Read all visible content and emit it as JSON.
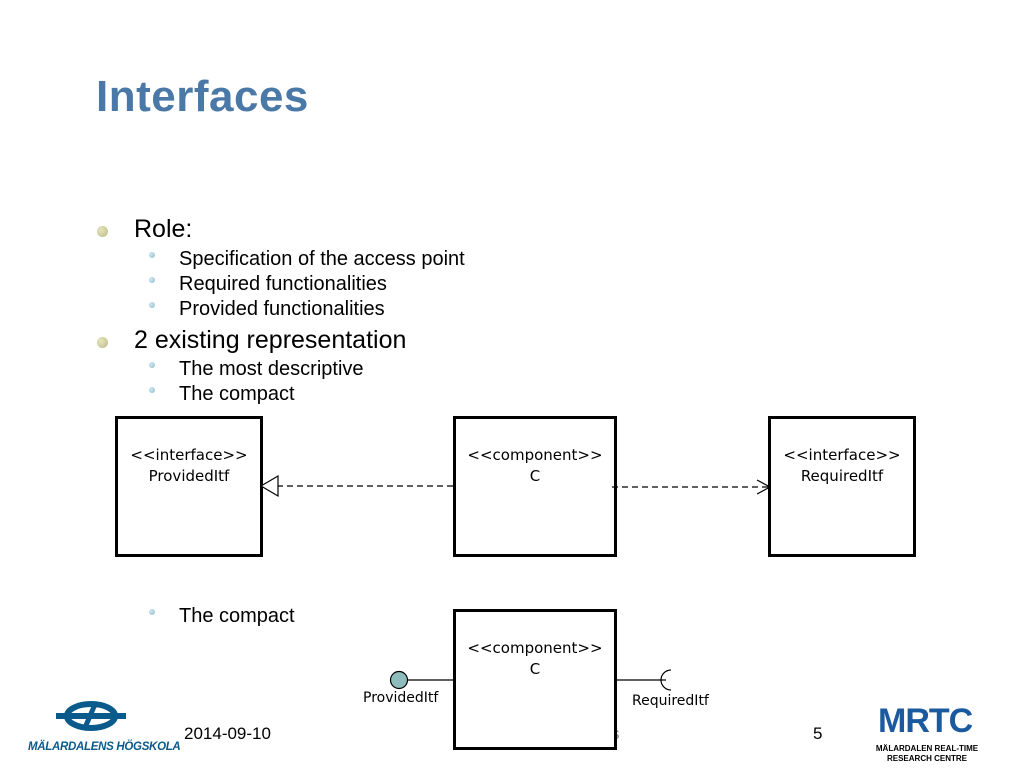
{
  "slide": {
    "title": "Interfaces",
    "bullets": [
      {
        "text": "Role:",
        "subs": [
          "Specification of the access point",
          "Required functionalities",
          "Provided functionalities"
        ]
      },
      {
        "text": "2 existing representation",
        "subs": [
          "The most descriptive",
          "The compact"
        ]
      }
    ],
    "compact_bullet": "The compact"
  },
  "diagram1": {
    "provided": {
      "stereotype": "<<interface>>",
      "name": "ProvidedItf"
    },
    "component": {
      "stereotype": "<<component>>",
      "name": "C"
    },
    "required": {
      "stereotype": "<<interface>>",
      "name": "RequiredItf"
    }
  },
  "diagram2": {
    "component": {
      "stereotype": "<<component>>",
      "name": "C"
    },
    "provided_label": "ProvidedItf",
    "required_label": "RequiredItf",
    "provided_color": "#8fbcbc"
  },
  "footer": {
    "date": "2014-09-10",
    "hidden_tail": "s",
    "page": "5"
  },
  "logos": {
    "mdh": "MÄLARDALENS HÖGSKOLA",
    "mrtc": "MRTC",
    "mrtc_line1": "MÄLARDALEN REAL-TIME",
    "mrtc_line2": "RESEARCH CENTRE"
  },
  "colors": {
    "title": "#4a79a8",
    "mdh_blue": "#0a5a8c",
    "mrtc_blue": "#1c5aa0"
  }
}
